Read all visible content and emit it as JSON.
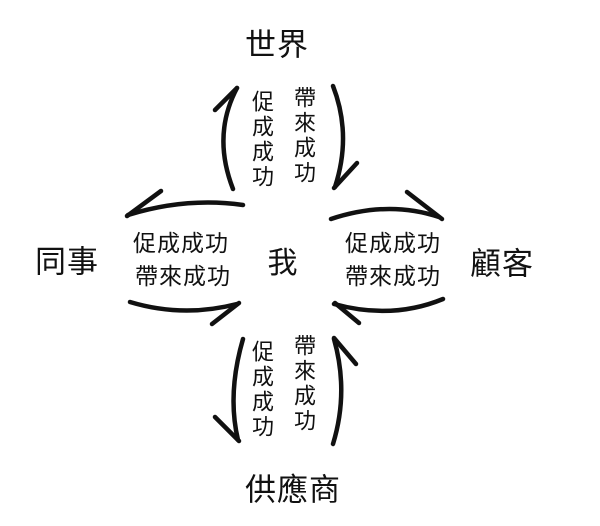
{
  "colors": {
    "ink": "#111111",
    "background": "#ffffff"
  },
  "center": {
    "label": "我"
  },
  "nodes": {
    "top": {
      "label": "世界"
    },
    "right": {
      "label": "顧客"
    },
    "bottom": {
      "label": "供應商"
    },
    "left": {
      "label": "同事"
    }
  },
  "relations": {
    "top": {
      "out_label": "促成成功",
      "in_label": "帶來成功"
    },
    "right": {
      "out_label": "促成成功",
      "in_label": "帶來成功"
    },
    "bottom": {
      "out_label": "促成成功",
      "in_label": "帶來成功"
    },
    "left": {
      "out_label": "促成成功",
      "in_label": "帶來成功"
    }
  },
  "edges": [
    {
      "from": "我",
      "to": "世界",
      "label": "促成成功"
    },
    {
      "from": "世界",
      "to": "我",
      "label": "帶來成功"
    },
    {
      "from": "我",
      "to": "顧客",
      "label": "促成成功"
    },
    {
      "from": "顧客",
      "to": "我",
      "label": "帶來成功"
    },
    {
      "from": "我",
      "to": "供應商",
      "label": "促成成功"
    },
    {
      "from": "供應商",
      "to": "我",
      "label": "帶來成功"
    },
    {
      "from": "我",
      "to": "同事",
      "label": "促成成功"
    },
    {
      "from": "同事",
      "to": "我",
      "label": "帶來成功"
    }
  ]
}
